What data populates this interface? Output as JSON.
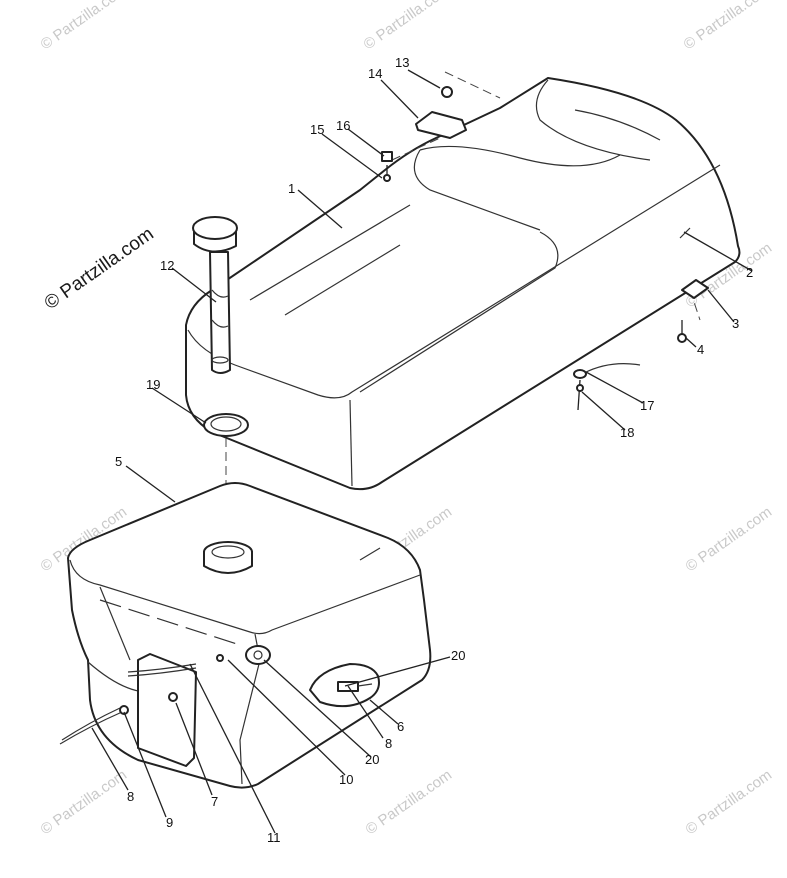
{
  "watermark": {
    "brand_main": "© Partzilla.com",
    "brand_tile": "© Partzilla.com"
  },
  "callouts": {
    "c1": "1",
    "c2": "2",
    "c3": "3",
    "c4": "4",
    "c5": "5",
    "c6": "6",
    "c7": "7",
    "c8a": "8",
    "c8b": "8",
    "c9": "9",
    "c10": "10",
    "c11": "11",
    "c12": "12",
    "c13": "13",
    "c14": "14",
    "c15": "15",
    "c16": "16",
    "c17": "17",
    "c18": "18",
    "c19": "19",
    "c20a": "20",
    "c20b": "20"
  }
}
